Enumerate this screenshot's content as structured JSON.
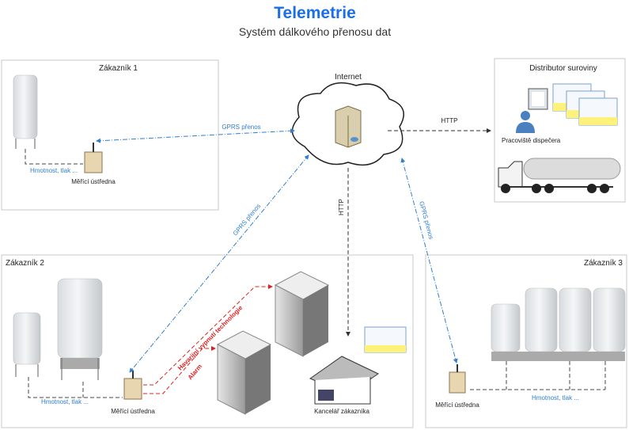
{
  "header": {
    "title": "Telemetrie",
    "subtitle": "Systém dálkového přenosu dat"
  },
  "colors": {
    "title": "#1a6fe8",
    "gprs": "#2f7fd0",
    "alarm": "#e02020",
    "http": "#333333"
  },
  "internet": {
    "label": "Internet"
  },
  "customer1": {
    "title": "Zákazník 1",
    "measurement": "Hmotnost, tlak ...",
    "station": "Měřící ústředna"
  },
  "customer2": {
    "title": "Zákazník 2",
    "measurement": "Hmotnost, tlak ...",
    "station": "Měřící ústředna",
    "shutdown": "Havarijní vypnutí technologie",
    "alarm": "Alarm",
    "office": "Kancelář zákazníka"
  },
  "customer3": {
    "title": "Zákazník 3",
    "measurement": "Hmotnost, tlak ...",
    "station": "Měřící ústředna"
  },
  "distributor": {
    "title": "Distributor suroviny",
    "dispatcher": "Pracoviště dispečera"
  },
  "links": {
    "gprs1": "GPRS přenos",
    "gprs2": "GPRS přenos",
    "gprs3": "GPRS přenos",
    "http_distributor": "HTTP",
    "http_office": "HTTP"
  }
}
